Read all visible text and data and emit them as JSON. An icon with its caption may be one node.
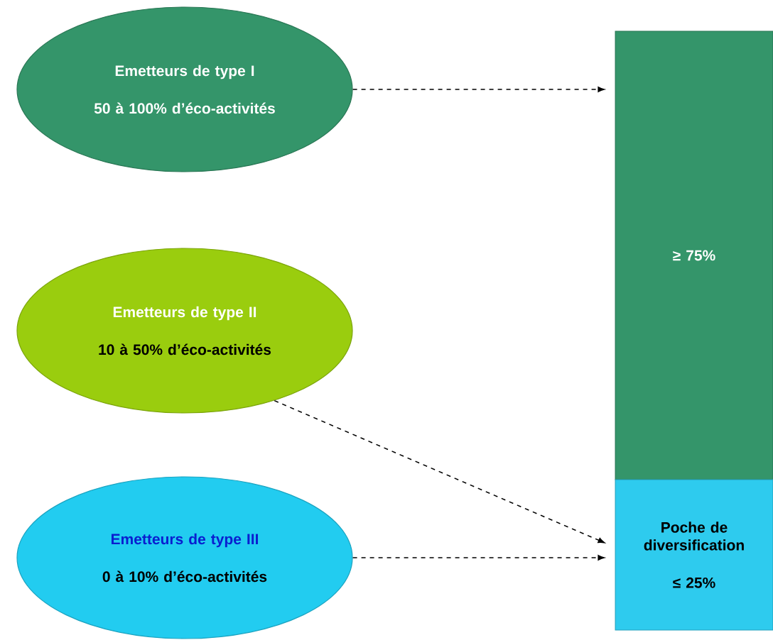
{
  "diagram": {
    "nodes": [
      {
        "text": [
          "Emetteurs de type I",
          "50 à 100% d’éco-activités"
        ]
      },
      {
        "text": [
          "Emetteurs de type II",
          "10 à 50% d’éco-activités"
        ]
      },
      {
        "text": [
          "Emetteurs de type III",
          "0 à 10% d’éco-activités"
        ]
      },
      {
        "text": [
          "≥ 75%"
        ]
      },
      {
        "text": [
          "Poche de diversification",
          "≤ 25%"
        ]
      }
    ],
    "edges": [
      {
        "from": 0,
        "to": 3,
        "arrow": "to"
      },
      {
        "from": 1,
        "to": 4,
        "arrow": "to"
      },
      {
        "from": 2,
        "to": 4,
        "arrow": "to"
      }
    ]
  }
}
